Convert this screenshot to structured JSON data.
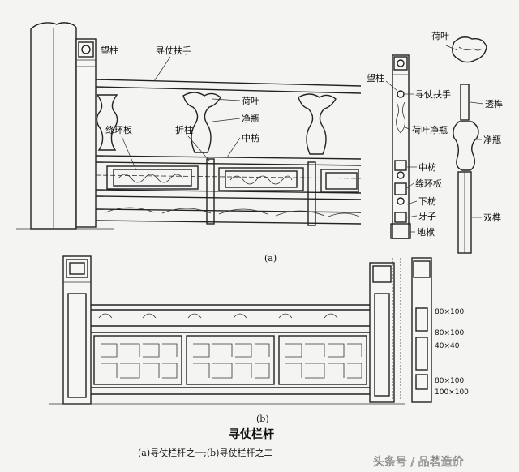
{
  "figure_a": {
    "panel_label": "(a)",
    "labels": {
      "wangzhu": "望柱",
      "xunzhangfushou": "寻仗扶手",
      "heye": "荷叶",
      "jingping": "净瓶",
      "zhongfang": "中枋",
      "zhehuanban": "绦环板",
      "zhezhu": "折柱"
    }
  },
  "figure_side": {
    "labels": {
      "wangzhu": "望柱",
      "xunzhangfushou": "寻仗扶手",
      "heyejingping": "荷叶净瓶",
      "zhongfang": "中枋",
      "zhehuanban": "绦环板",
      "xiafang": "下枋",
      "yazi": "牙子",
      "difu": "地栿"
    }
  },
  "figure_detail": {
    "labels": {
      "heye": "荷叶",
      "touxun": "透榫",
      "jingping": "净瓶",
      "shuangxun": "双榫"
    }
  },
  "figure_b": {
    "panel_label": "(b)",
    "dimensions": [
      "80×100",
      "80×100",
      "40×40",
      "80×100",
      "100×100"
    ]
  },
  "caption": {
    "title": "寻仗栏杆",
    "subtitle": "(a)寻仗栏杆之一;(b)寻仗栏杆之二"
  },
  "watermark": {
    "text": "头条号 / 品茗造价"
  }
}
